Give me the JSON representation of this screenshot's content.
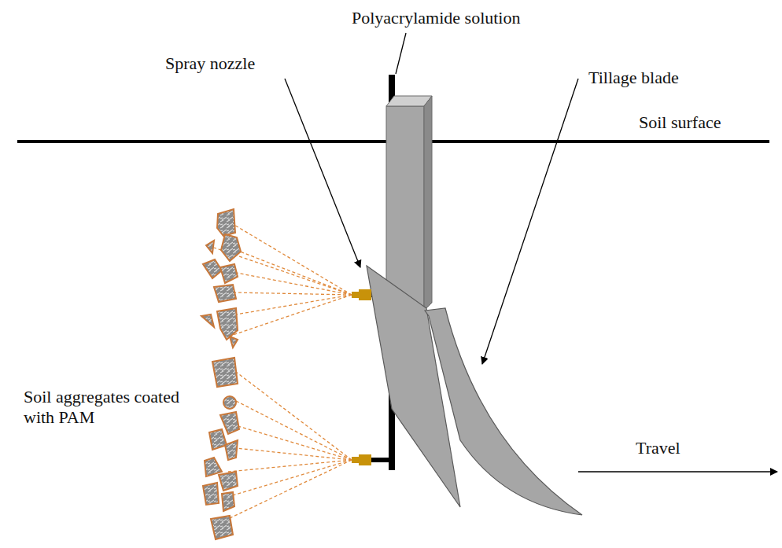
{
  "diagram": {
    "labels": [
      "Polyacrylamide solution",
      "Spray nozzle",
      "Soil surface",
      "Tillage blade",
      "Soil aggregates coated with PAM",
      "Travel"
    ]
  }
}
